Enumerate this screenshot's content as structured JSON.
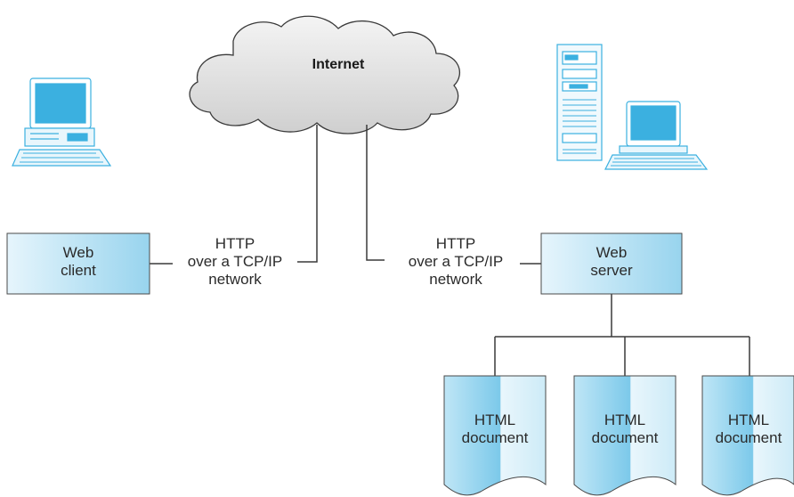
{
  "internet": {
    "label": "Internet"
  },
  "client": {
    "line1": "Web",
    "line2": "client"
  },
  "server": {
    "line1": "Web",
    "line2": "server"
  },
  "link_left": {
    "line1": "HTTP",
    "line2": "over a TCP/IP",
    "line3": "network"
  },
  "link_right": {
    "line1": "HTTP",
    "line2": "over a TCP/IP",
    "line3": "network"
  },
  "documents": [
    {
      "line1": "HTML",
      "line2": "document"
    },
    {
      "line1": "HTML",
      "line2": "document"
    },
    {
      "line1": "HTML",
      "line2": "document"
    }
  ],
  "colors": {
    "accent": "#3bb0e0",
    "light": "#e3f3fb",
    "mid": "#9fd7ef",
    "stroke": "#3a3a3a"
  }
}
